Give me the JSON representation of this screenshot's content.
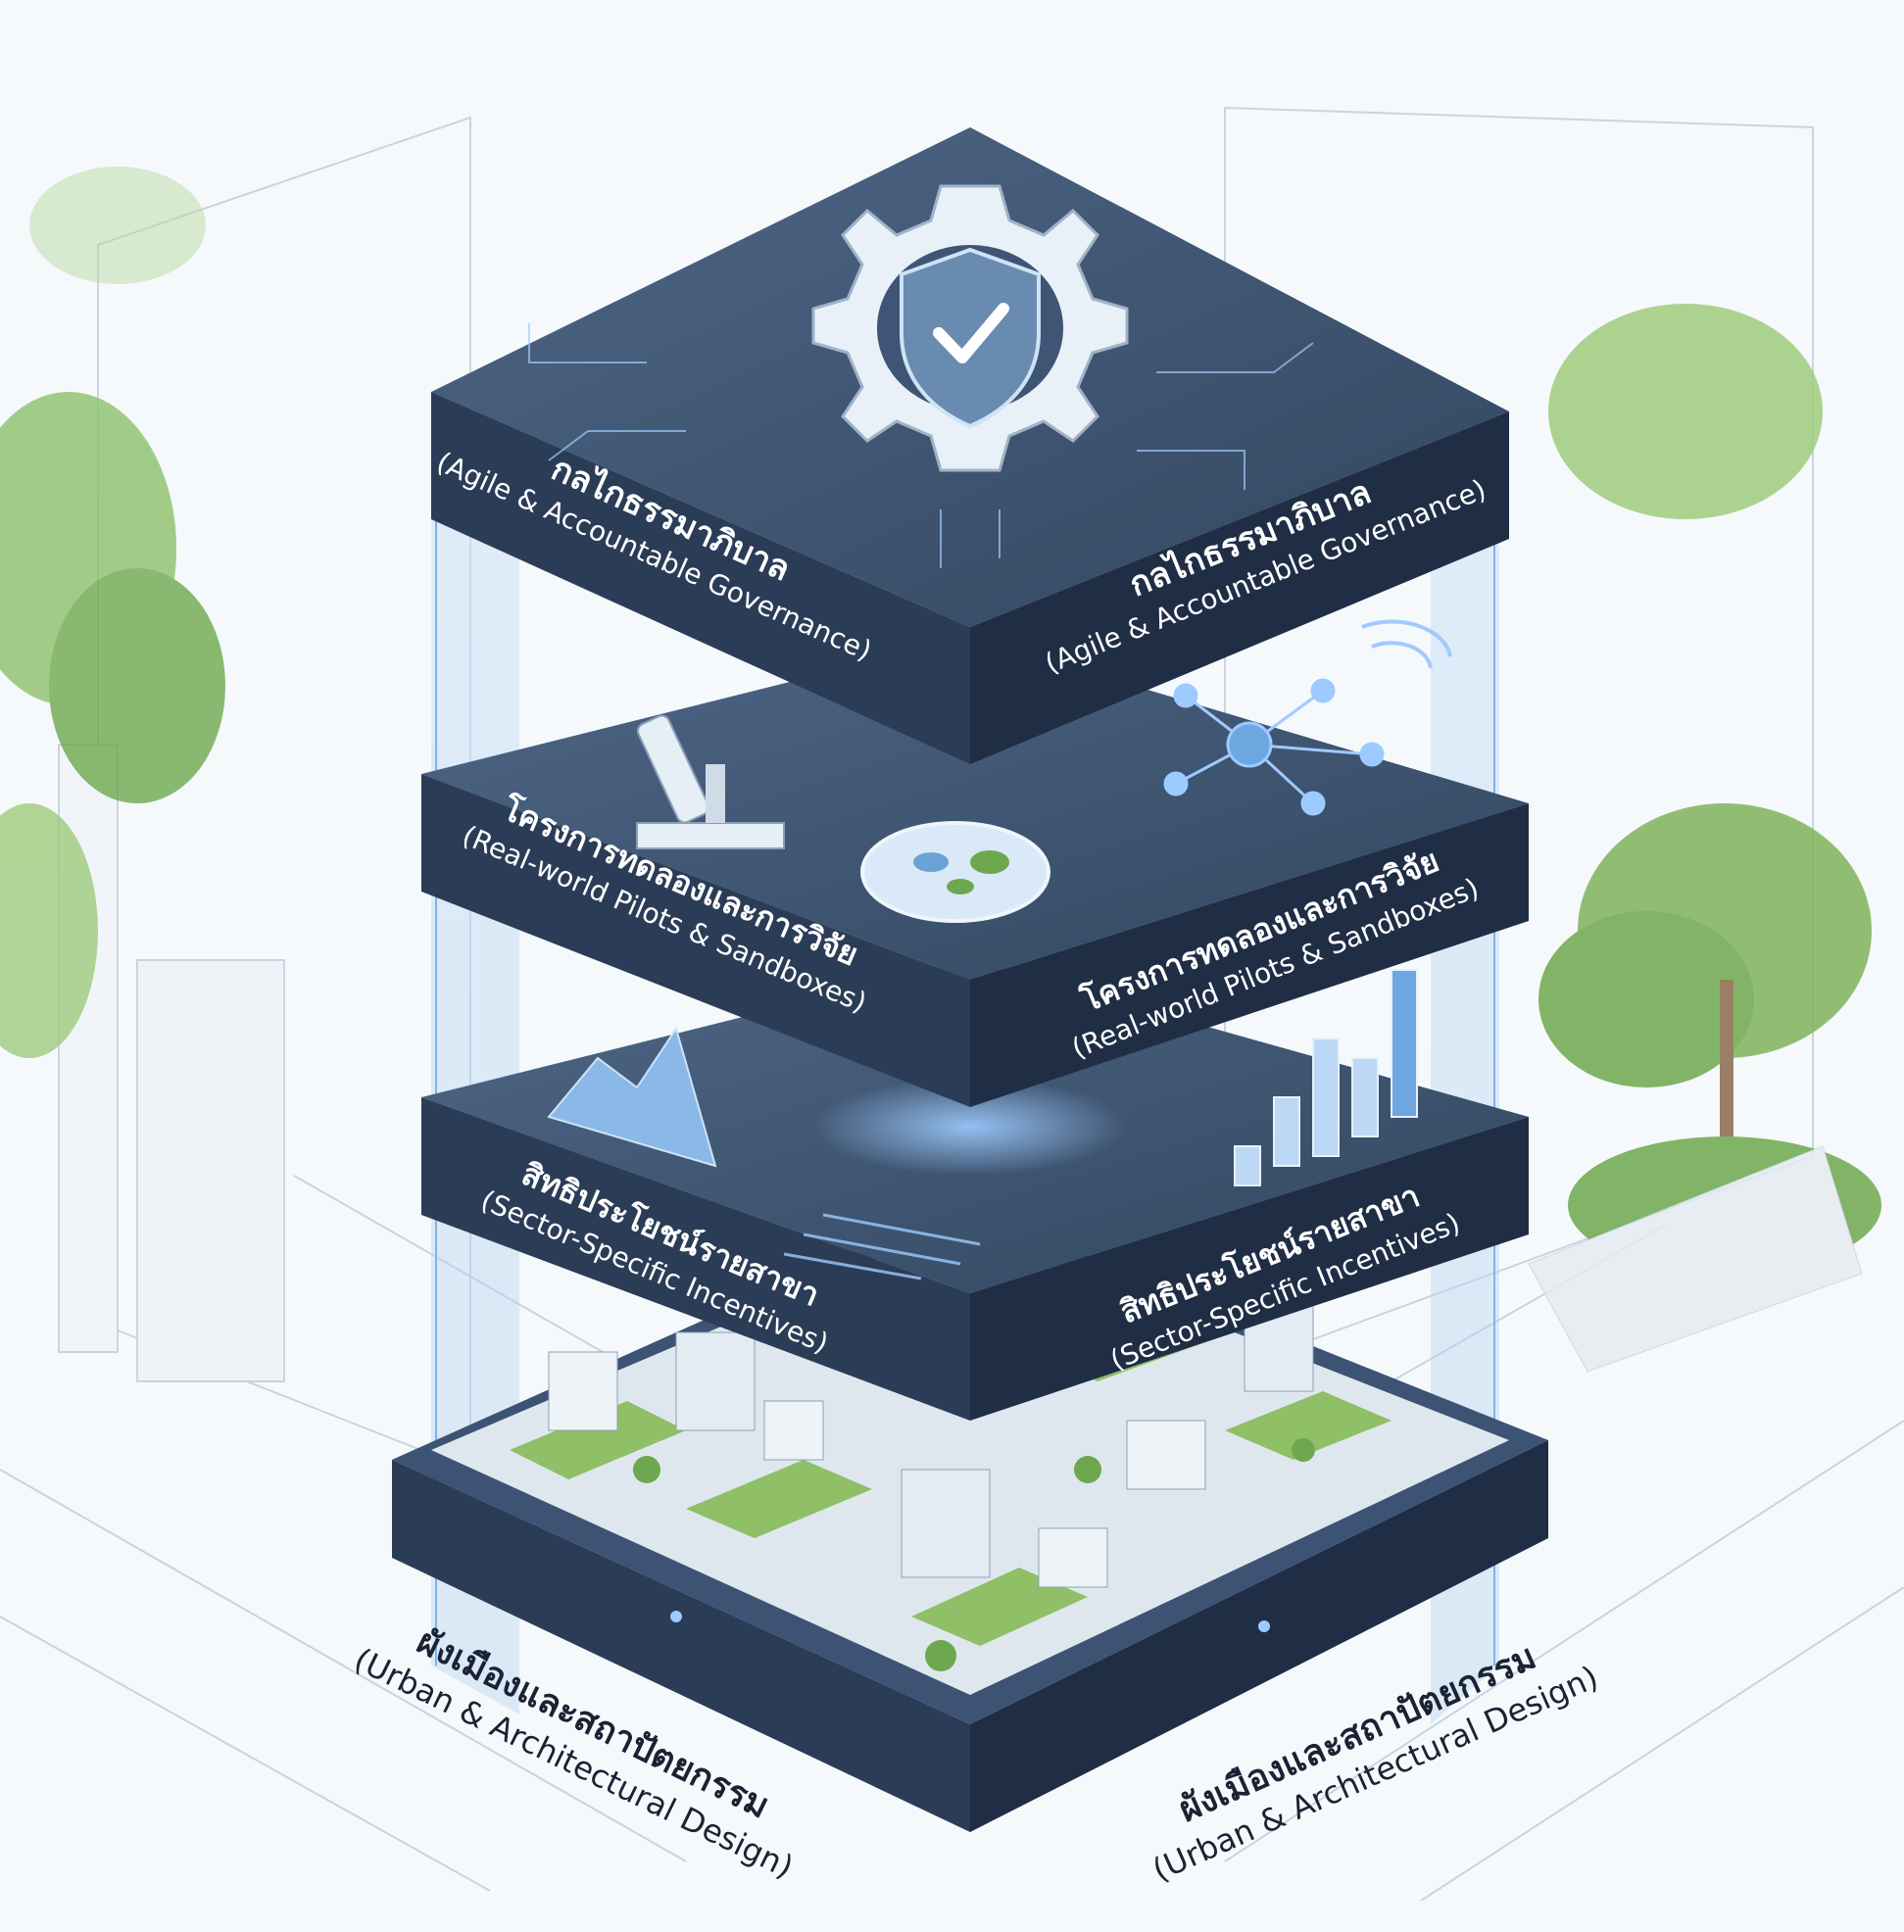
{
  "layers": [
    {
      "id": "governance",
      "thai": "กลไกธรรมาภิบาล",
      "en": "(Agile & Accountable Governance)",
      "icon": "gear-shield-check-icon"
    },
    {
      "id": "pilots",
      "thai": "โครงการทดลองและการวิจัย",
      "en": "(Real-world Pilots & Sandboxes)",
      "icon": "microscope-icon"
    },
    {
      "id": "incentives",
      "thai": "สิทธิประโยชน์รายสาขา",
      "en": "(Sector-Specific Incentives)",
      "icon": "bar-chart-icon"
    },
    {
      "id": "urban",
      "thai": "ผังเมืองและสถาปัตยกรรม",
      "en": "(Urban & Architectural Design)",
      "icon": "city-block-icon"
    }
  ],
  "colors": {
    "slab_top": "#3f5575",
    "slab_side_left": "#2b3c57",
    "slab_side_right": "#1f2d45",
    "accent": "#7fb3e6",
    "glass": "#bcd6f0",
    "foliage": "#7fb35a",
    "paper": "#f6f9fc"
  }
}
